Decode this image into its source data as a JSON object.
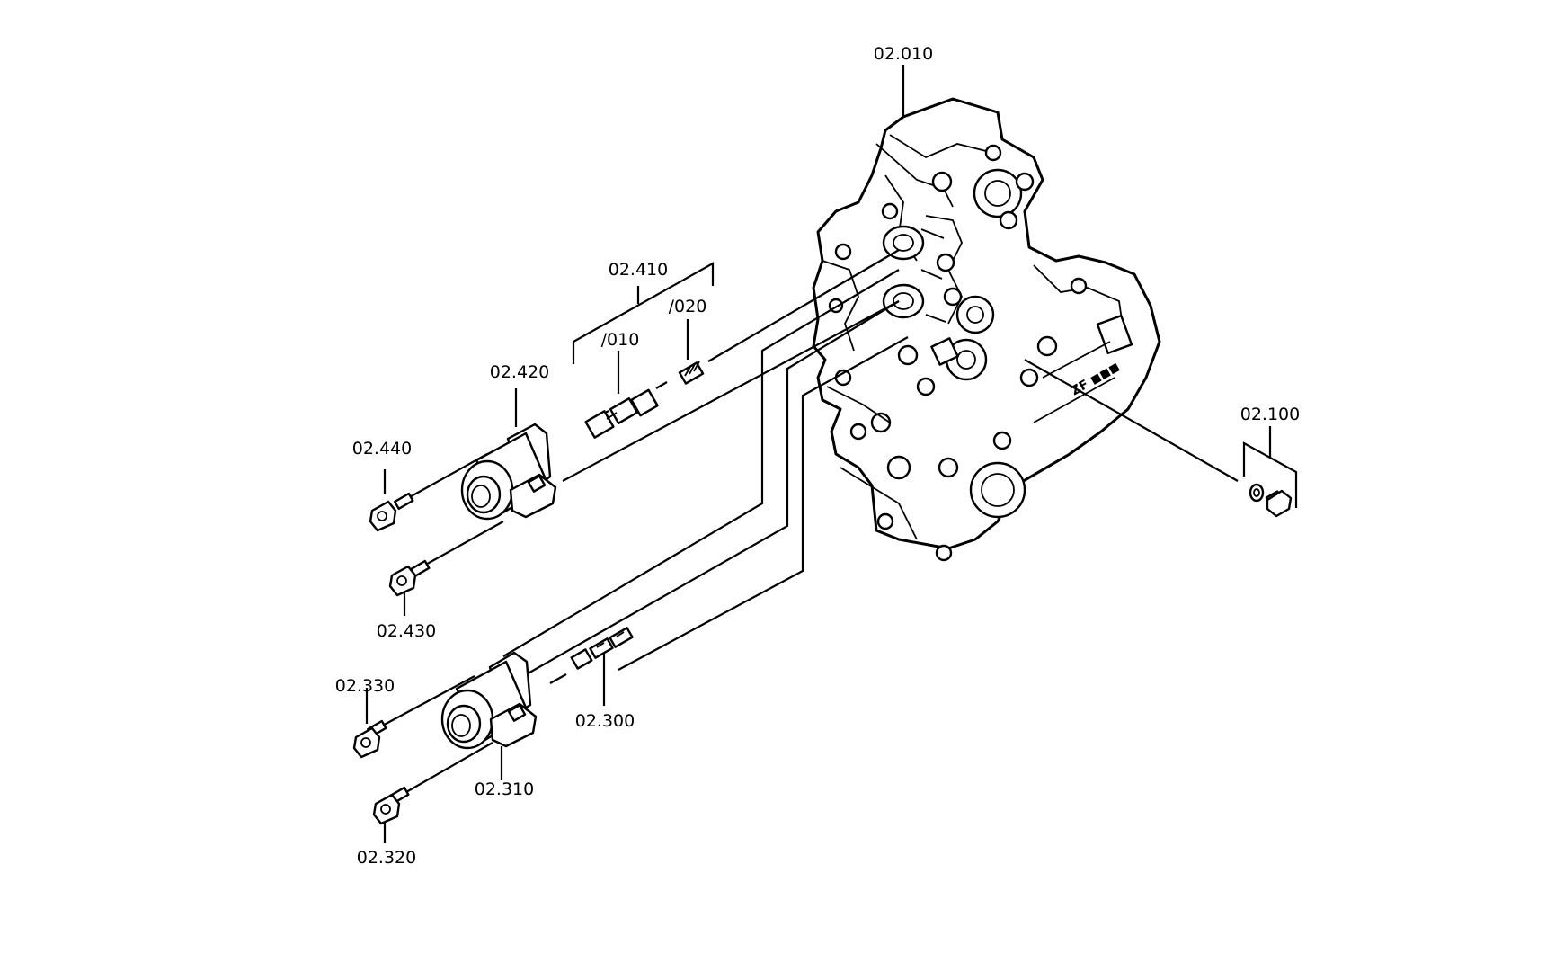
{
  "labels": {
    "housing": "02.010",
    "plug_set": "02.100",
    "valve_300": "02.300",
    "solenoid_310": "02.310",
    "screw_320": "02.320",
    "screw_330": "02.330",
    "valve_set_410": "02.410",
    "sub_010": "/010",
    "sub_020": "/020",
    "solenoid_420": "02.420",
    "screw_430": "02.430",
    "screw_440": "02.440"
  }
}
